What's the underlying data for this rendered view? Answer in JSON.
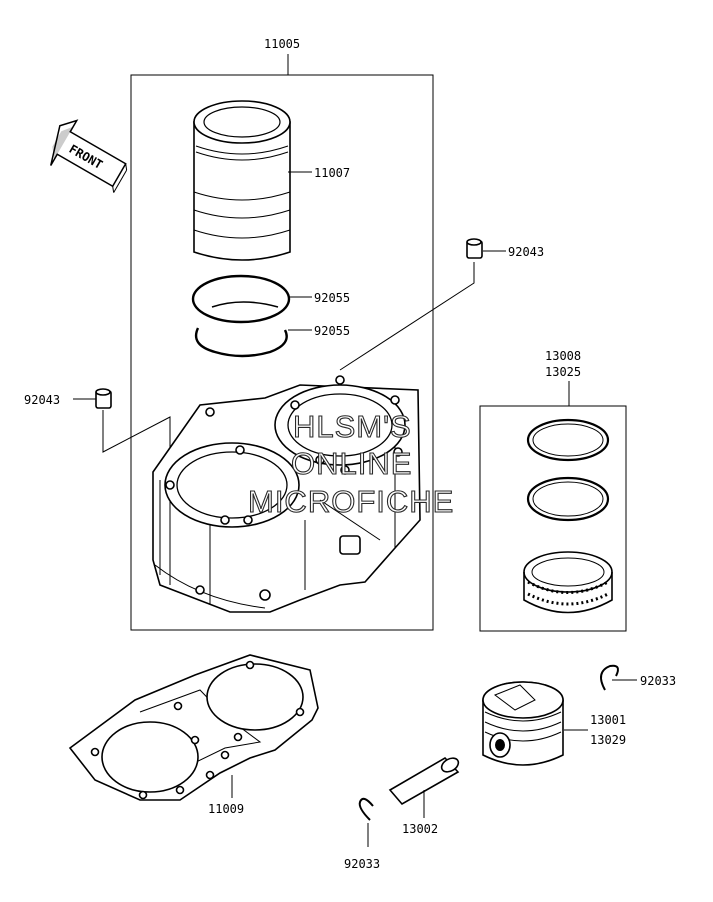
{
  "diagram": {
    "callouts": {
      "cylinder_assembly": "11005",
      "sleeve": "11007",
      "dowel_pin_right": "92043",
      "oring_1": "92055",
      "oring_2": "92055",
      "dowel_pin_left": "92043",
      "ring_set_a": "13008",
      "ring_set_b": "13025",
      "circlip_right": "92033",
      "piston_a": "13001",
      "piston_b": "13029",
      "gasket": "11009",
      "piston_pin": "13002",
      "circlip_bottom": "92033"
    },
    "front_label": "FRONT",
    "watermark": {
      "line1": "HLSM'S",
      "line2": "ONLINE",
      "line3": "MICROFICHE"
    }
  }
}
